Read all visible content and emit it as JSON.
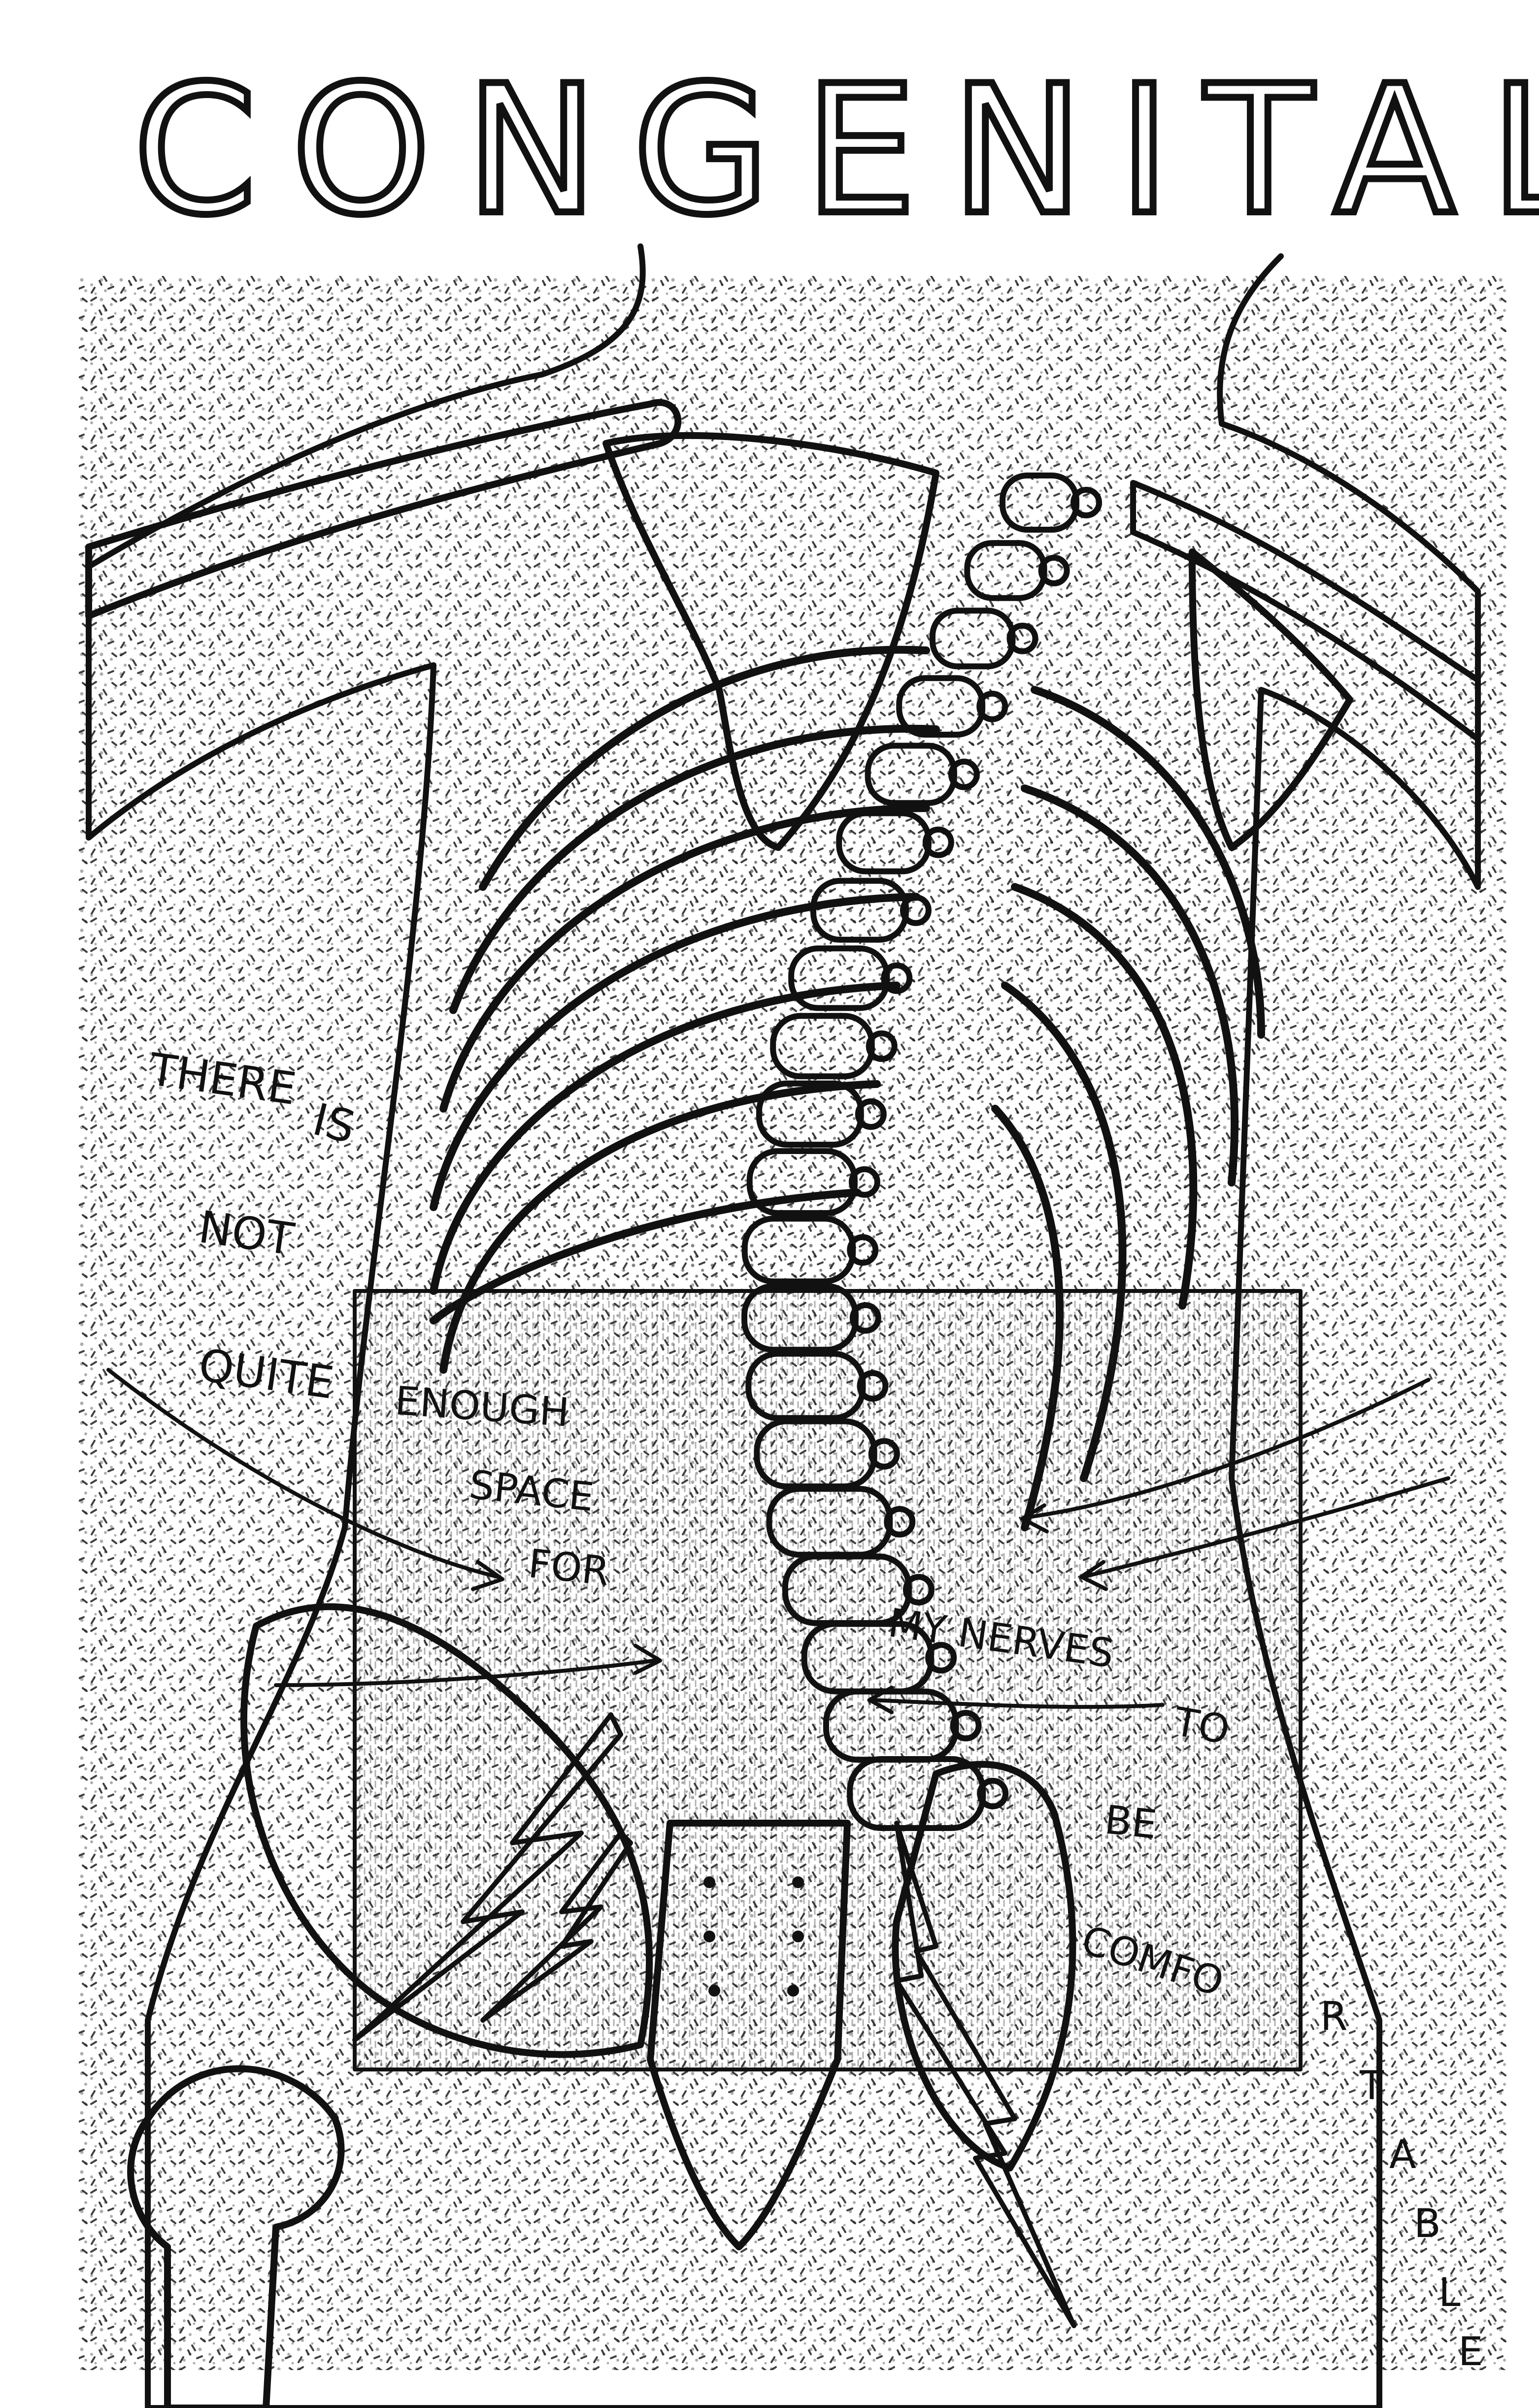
{
  "title": "CONGENITAL",
  "caption": {
    "words": [
      "THERE",
      "IS",
      "NOT",
      "QUITE",
      "ENOUGH",
      "SPACE",
      "FOR",
      "MY",
      "NERVES",
      "TO",
      "BE",
      "COMFORTABLE"
    ],
    "line1": "THERE",
    "line2": "IS",
    "line3": "NOT",
    "line4": "QUITE",
    "line5": "ENOUGH",
    "line6": "SPACE",
    "line7": "FOR",
    "line8": "MY NERVES",
    "line9": "TO",
    "line10": "BE",
    "line11a": "COMFO",
    "line11b": "R",
    "line11c": "T",
    "line11d": "A",
    "line11e": "B",
    "line11f": "L",
    "line11g": "E"
  },
  "colors": {
    "ink": "#111111",
    "paper": "#ffffff"
  }
}
